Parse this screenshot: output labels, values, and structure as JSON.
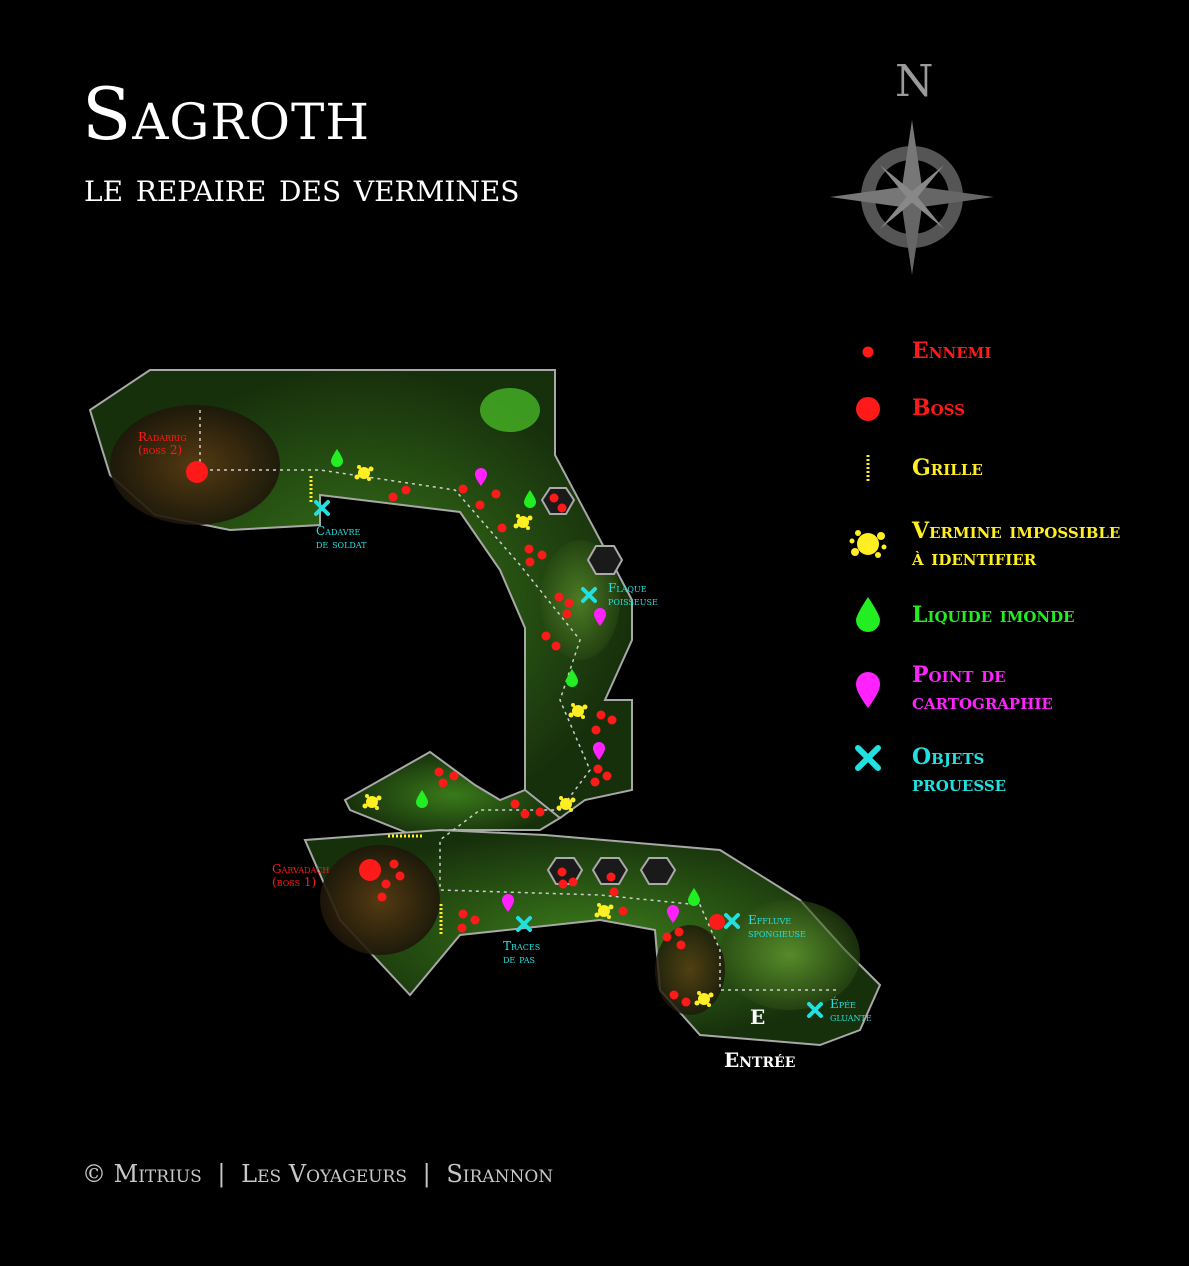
{
  "title": "Sagroth",
  "subtitle": "le repaire des vermines",
  "compass": {
    "north_label": "N",
    "icon": "compass-rose-icon"
  },
  "legend": [
    {
      "label": "Ennemi",
      "color": "#ff1a1a",
      "icon": "small-red-dot-icon"
    },
    {
      "label": "Boss",
      "color": "#ff1a1a",
      "icon": "large-red-dot-icon"
    },
    {
      "label": "Grille",
      "color": "#ffee22",
      "icon": "dashed-gate-icon"
    },
    {
      "label": "Vermine impossible à identifier",
      "line1": "Vermine impossible",
      "line2": "à identifier",
      "color": "#ffee22",
      "icon": "yellow-splat-icon"
    },
    {
      "label": "Liquide imonde",
      "color": "#22ee22",
      "icon": "green-drop-icon"
    },
    {
      "label": "Point de cartographie",
      "line1": "Point de",
      "line2": "cartographie",
      "color": "#ff22ff",
      "icon": "magenta-pin-icon"
    },
    {
      "label": "Objets prouesse",
      "line1": "Objets",
      "line2": "prouesse",
      "color": "#22e0e0",
      "icon": "cyan-cross-icon"
    }
  ],
  "map_labels": {
    "boss2_line1": "Radarrig",
    "boss2_line2": "(boss 2)",
    "boss1_line1": "Garvadach",
    "boss1_line2": "(boss 1)",
    "cadavre_line1": "Cadavre",
    "cadavre_line2": "de soldat",
    "flaque_line1": "Flaque",
    "flaque_line2": "poisseuse",
    "traces_line1": "Traces",
    "traces_line2": "de pas",
    "effluve_line1": "Effluve",
    "effluve_line2": "spongieuse",
    "epee_line1": "Épée",
    "epee_line2": "gluante",
    "entry_mark": "E",
    "entry_label": "Entrée"
  },
  "footer": {
    "copyright": "© Mitrius",
    "sep1": "|",
    "group": "Les Voyageurs",
    "sep2": "|",
    "server": "Sirannon"
  }
}
